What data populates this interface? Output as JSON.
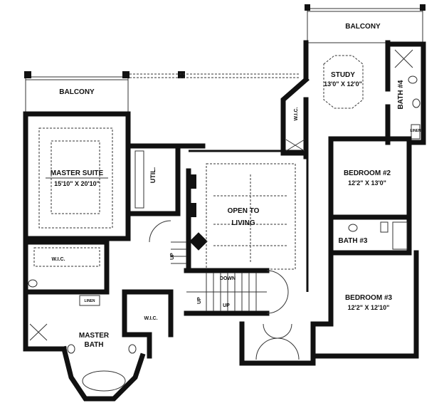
{
  "rooms": {
    "balcony_top": {
      "name": "BALCONY"
    },
    "balcony_left": {
      "name": "BALCONY"
    },
    "master_suite": {
      "name": "MASTER SUITE",
      "dims": "15'10\" X 20'10\""
    },
    "study": {
      "name": "STUDY",
      "dims": "13'0\" X 12'0\""
    },
    "bath4": {
      "name": "BATH #4"
    },
    "wic_study": {
      "name": "W.I.C."
    },
    "bedroom2": {
      "name": "BEDROOM #2",
      "dims": "12'2\" X 13'0\""
    },
    "bath3": {
      "name": "BATH #3"
    },
    "bedroom3": {
      "name": "BEDROOM #3",
      "dims": "12'2\" X 12'10\""
    },
    "open_to_living": {
      "line1": "OPEN TO",
      "line2": "LIVING"
    },
    "util": {
      "name": "UTIL."
    },
    "wic_master": {
      "name": "W.I.C."
    },
    "wic_bath": {
      "name": "W.I.C."
    },
    "linen_master": {
      "name": "LINEN"
    },
    "linen_bath4": {
      "name": "LINEN"
    },
    "master_bath": {
      "line1": "MASTER",
      "line2": "BATH"
    }
  },
  "stairs": {
    "down": "DOWN",
    "up_main": "UP",
    "up_side": "UP",
    "up_left": "UP"
  }
}
